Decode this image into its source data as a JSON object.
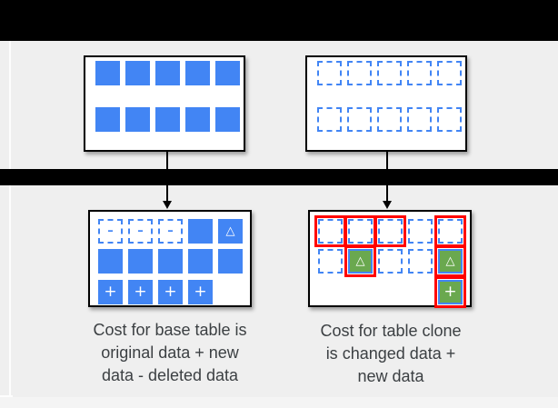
{
  "colors": {
    "blue": "#4285F4",
    "green": "#6AA84F",
    "red": "#FF0000",
    "bar": "#000000",
    "panel": "#EFEFEF",
    "text": "#3C4043"
  },
  "symbols": {
    "minus": "–",
    "plus": "+",
    "delta": "△"
  },
  "boxes": {
    "base_before": {
      "rows": [
        [
          "solid",
          "solid",
          "solid",
          "solid",
          "solid"
        ],
        [
          "solid",
          "solid",
          "solid",
          "solid",
          "solid"
        ]
      ]
    },
    "clone_before": {
      "rows": [
        [
          "dashed",
          "dashed",
          "dashed",
          "dashed",
          "dashed"
        ],
        [
          "dashed",
          "dashed",
          "dashed",
          "dashed",
          "dashed"
        ]
      ]
    },
    "base_after": {
      "rows": [
        [
          "dashed-minus",
          "dashed-minus",
          "dashed-minus",
          "solid",
          "solid-delta"
        ],
        [
          "solid",
          "solid",
          "solid",
          "solid",
          "solid"
        ],
        [
          "solid-plus",
          "solid-plus",
          "solid-plus",
          "solid-plus",
          "empty"
        ]
      ]
    },
    "clone_after": {
      "rows": [
        [
          "dashed-red",
          "dashed-red",
          "dashed-red",
          "dashed",
          "dashed-red"
        ],
        [
          "dashed",
          "green-delta-red",
          "dashed",
          "dashed",
          "green-delta-red"
        ],
        [
          "empty",
          "empty",
          "empty",
          "empty",
          "green-plus-red"
        ]
      ]
    }
  },
  "captions": {
    "base": {
      "lines": [
        "Cost for base table is",
        "original data + new",
        "data - deleted data"
      ]
    },
    "clone": {
      "lines": [
        "Cost for table clone",
        "is changed data +",
        "new data"
      ]
    }
  }
}
